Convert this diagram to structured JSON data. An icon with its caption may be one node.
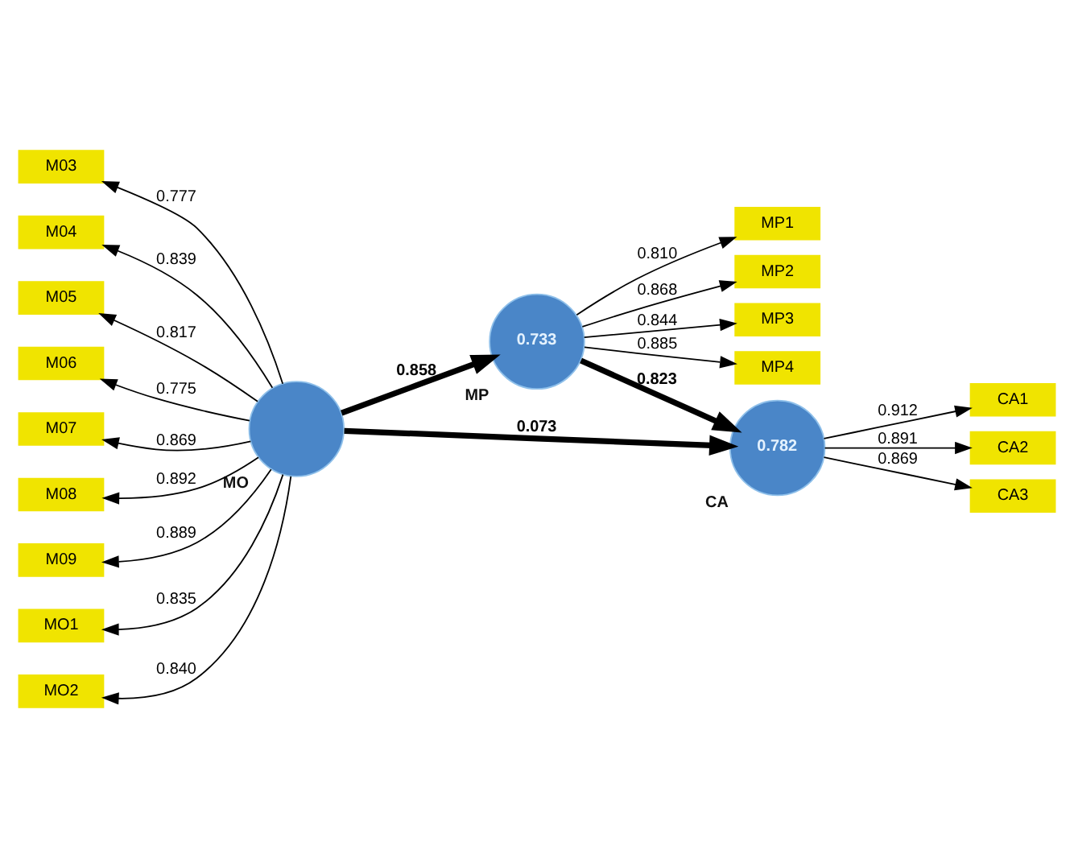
{
  "diagram": {
    "nodes": [
      {
        "text": [
          "MP1"
        ]
      },
      {
        "text": [
          "MP2"
        ]
      },
      {
        "text": [
          "MP3"
        ]
      },
      {
        "text": [
          "MP4"
        ]
      },
      {
        "text": [
          "M03"
        ]
      },
      {
        "text": [
          "M04"
        ]
      },
      {
        "text": [
          "M05"
        ]
      },
      {
        "text": [
          "M06"
        ]
      },
      {
        "text": [
          "M07"
        ]
      },
      {
        "text": [
          "M08"
        ]
      },
      {
        "text": [
          "M09"
        ]
      },
      {
        "text": [
          "MO1"
        ]
      },
      {
        "text": [
          "MO2"
        ]
      },
      {
        "text": [
          "0.733"
        ],
        "beside": [
          "MP"
        ]
      },
      {
        "text": [],
        "shape": "circle",
        "beside": [
          "MO"
        ]
      },
      {
        "text": [
          "0.782"
        ],
        "beside": [
          "CA"
        ]
      },
      {
        "text": [
          "CA1"
        ]
      },
      {
        "text": [
          "CA2"
        ]
      },
      {
        "text": [
          "CA3"
        ]
      }
    ],
    "edges": [
      {
        "from": 13,
        "to": 0,
        "arrow": "to",
        "label": "0.810"
      },
      {
        "from": 13,
        "to": 1,
        "arrow": "to",
        "label": "0.868"
      },
      {
        "from": 13,
        "to": 2,
        "arrow": "to",
        "label": "0.844"
      },
      {
        "from": 13,
        "to": 3,
        "arrow": "to",
        "label": "0.885"
      },
      {
        "from": 14,
        "to": 4,
        "arrow": "to",
        "label": "0.777"
      },
      {
        "from": 14,
        "to": 5,
        "arrow": "to",
        "label": "0.839"
      },
      {
        "from": 14,
        "to": 6,
        "arrow": "to",
        "label": "0.817"
      },
      {
        "from": 14,
        "to": 7,
        "arrow": "to",
        "label": "0.775"
      },
      {
        "from": 14,
        "to": 8,
        "arrow": "to",
        "label": "0.869"
      },
      {
        "from": 14,
        "to": 9,
        "arrow": "to",
        "label": "0.892"
      },
      {
        "from": 14,
        "to": 10,
        "arrow": "to",
        "label": "0.889"
      },
      {
        "from": 14,
        "to": 11,
        "arrow": "to",
        "label": "0.835"
      },
      {
        "from": 14,
        "to": 12,
        "arrow": "to",
        "label": "0.840"
      },
      {
        "from": 14,
        "to": 13,
        "arrow": "to",
        "label": "0.858",
        "style": "thick"
      },
      {
        "from": 13,
        "to": 15,
        "arrow": "to",
        "label": "0.823",
        "style": "thick"
      },
      {
        "from": 14,
        "to": 15,
        "arrow": "to",
        "label": "0.073",
        "style": "thick"
      },
      {
        "from": 15,
        "to": 16,
        "arrow": "to",
        "label": "0.912"
      },
      {
        "from": 15,
        "to": 17,
        "arrow": "to",
        "label": "0.891"
      },
      {
        "from": 15,
        "to": 18,
        "arrow": "to",
        "label": "0.869"
      }
    ]
  }
}
